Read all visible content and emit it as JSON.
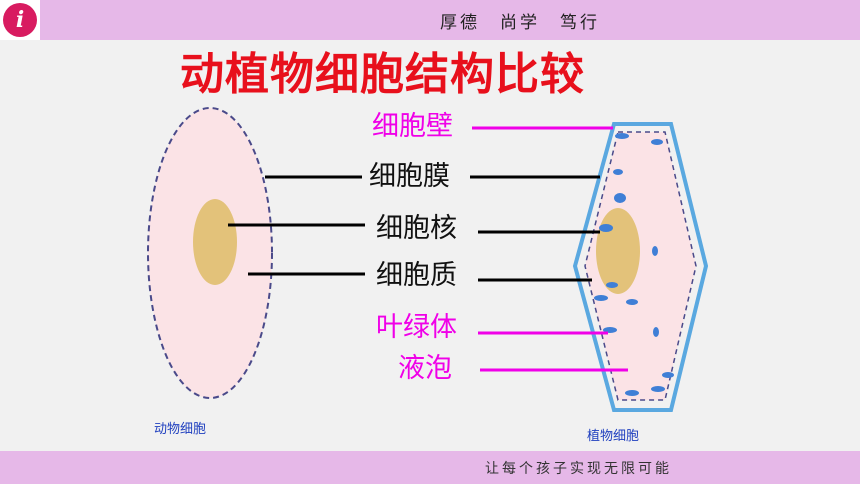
{
  "header": {
    "logo_letter": "i",
    "motto": "厚德　尚学　笃行"
  },
  "title": "动植物细胞结构比较",
  "labels": {
    "cell_wall": "细胞壁",
    "cell_membrane": "细胞膜",
    "nucleus": "细胞核",
    "cytoplasm": "细胞质",
    "chloroplast": "叶绿体",
    "vacuole": "液泡"
  },
  "captions": {
    "animal": "动物细胞",
    "plant": "植物细胞"
  },
  "footer": {
    "slogan": "让每个孩子实现无限可能"
  },
  "colors": {
    "bar": "#e6b8e8",
    "title": "#e8101c",
    "highlight_label": "#f000e8",
    "plant_wall": "#5aa8e0",
    "cell_fill": "#fbe3e6",
    "nucleus": "#e3c27a",
    "chloroplast": "#3f7fd6"
  }
}
